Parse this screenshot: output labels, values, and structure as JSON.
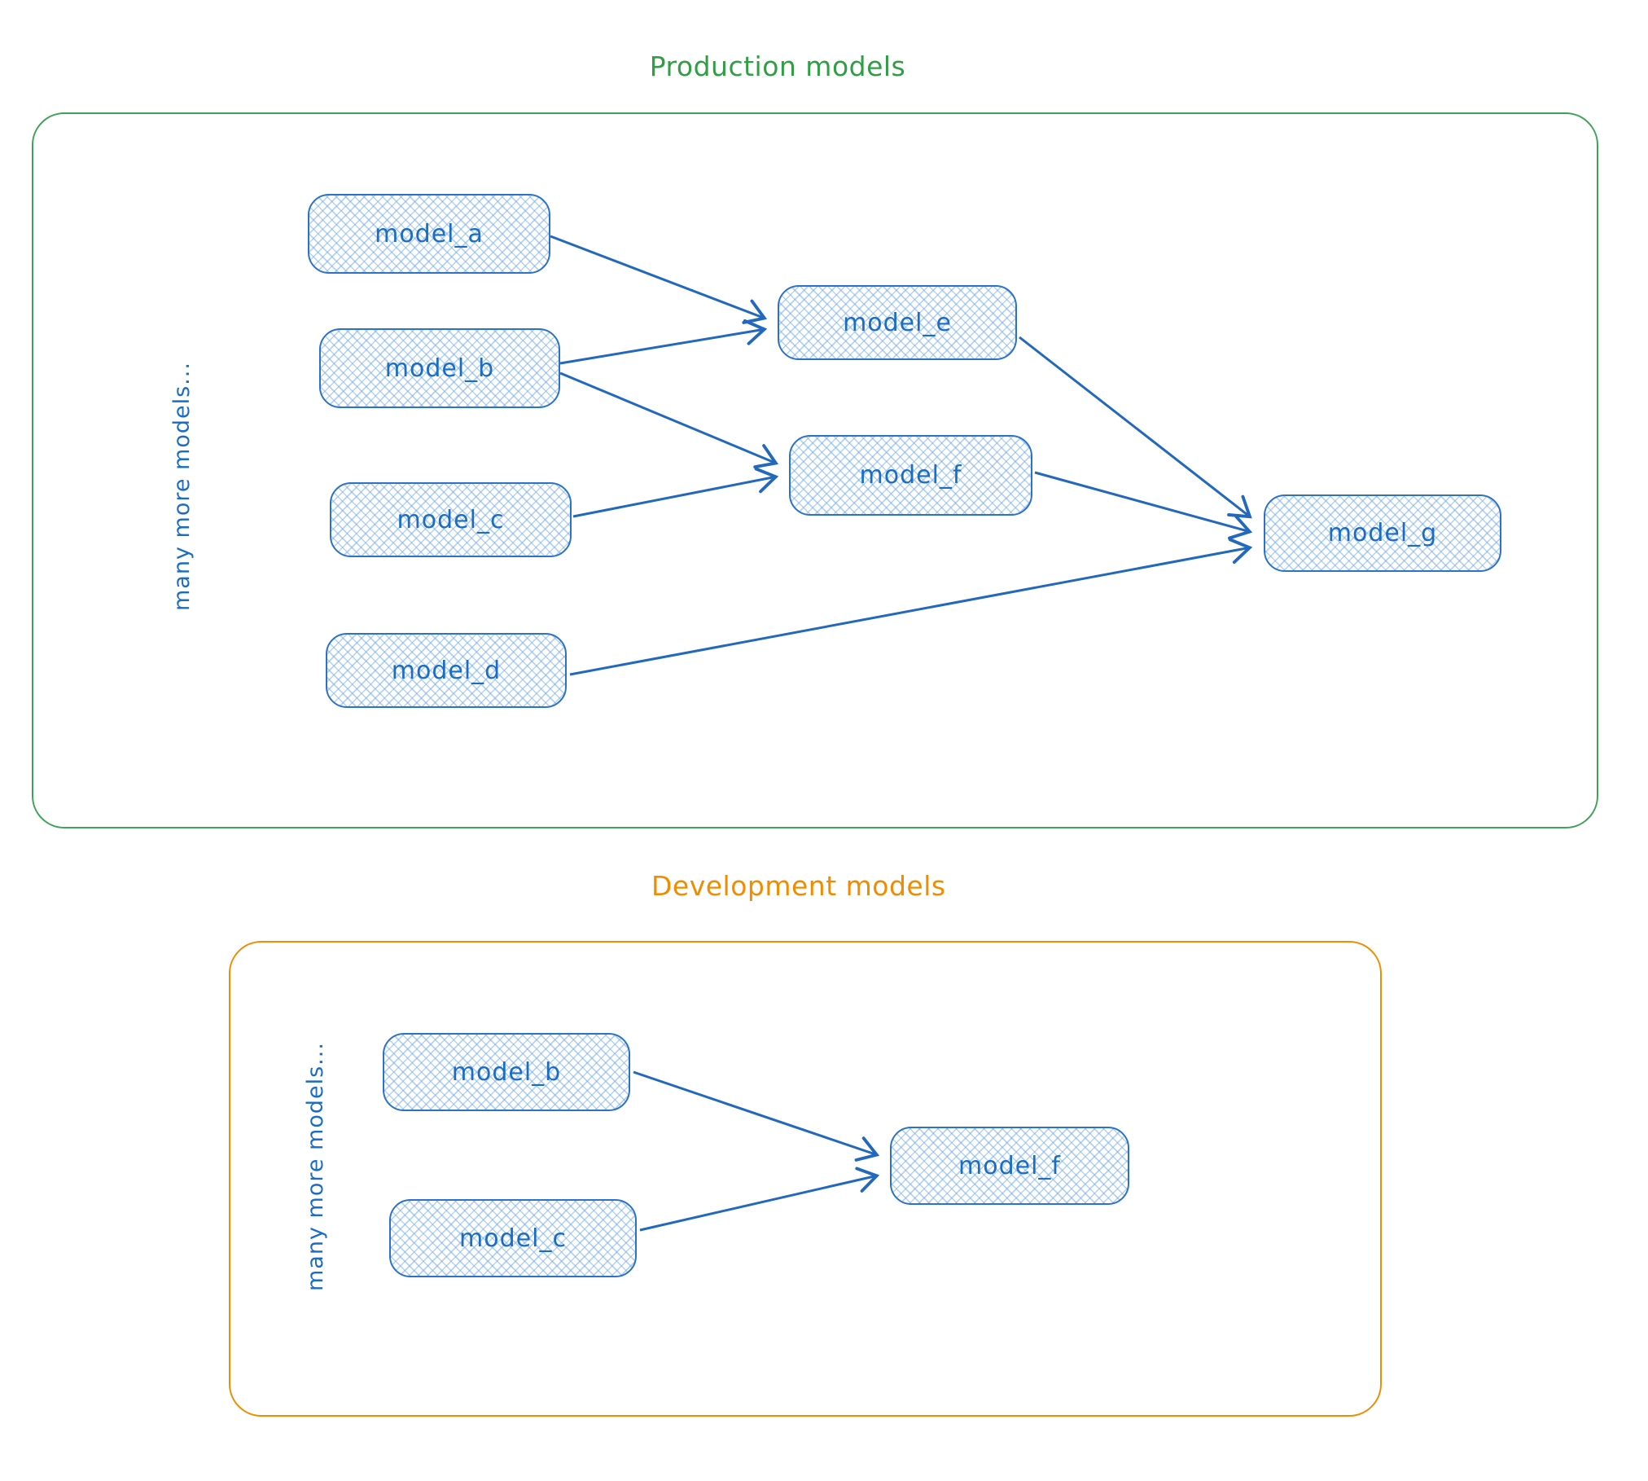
{
  "diagram": {
    "sections": [
      {
        "id": "production",
        "title": "Production models",
        "accent_color": "#2f9e44",
        "side_label": "many more models...",
        "nodes": [
          {
            "label": "model_a"
          },
          {
            "label": "model_b"
          },
          {
            "label": "model_c"
          },
          {
            "label": "model_d"
          },
          {
            "label": "model_e"
          },
          {
            "label": "model_f"
          },
          {
            "label": "model_g"
          }
        ],
        "edges": [
          {
            "from": "model_a",
            "to": "model_e"
          },
          {
            "from": "model_b",
            "to": "model_e"
          },
          {
            "from": "model_b",
            "to": "model_f"
          },
          {
            "from": "model_c",
            "to": "model_f"
          },
          {
            "from": "model_e",
            "to": "model_g"
          },
          {
            "from": "model_f",
            "to": "model_g"
          },
          {
            "from": "model_d",
            "to": "model_g"
          }
        ]
      },
      {
        "id": "development",
        "title": "Development models",
        "accent_color": "#f08c00",
        "side_label": "many more models...",
        "nodes": [
          {
            "label": "model_b"
          },
          {
            "label": "model_c"
          },
          {
            "label": "model_f"
          }
        ],
        "edges": [
          {
            "from": "model_b",
            "to": "model_f"
          },
          {
            "from": "model_c",
            "to": "model_f"
          }
        ]
      }
    ],
    "style": {
      "node_stroke_color": "#1971c2",
      "node_fill_color": "#d8e9fb",
      "node_text_color": "#1a6dc2",
      "arrow_color": "#2268bd",
      "production_accent": "#2f9e44",
      "development_accent": "#f08c00"
    }
  }
}
